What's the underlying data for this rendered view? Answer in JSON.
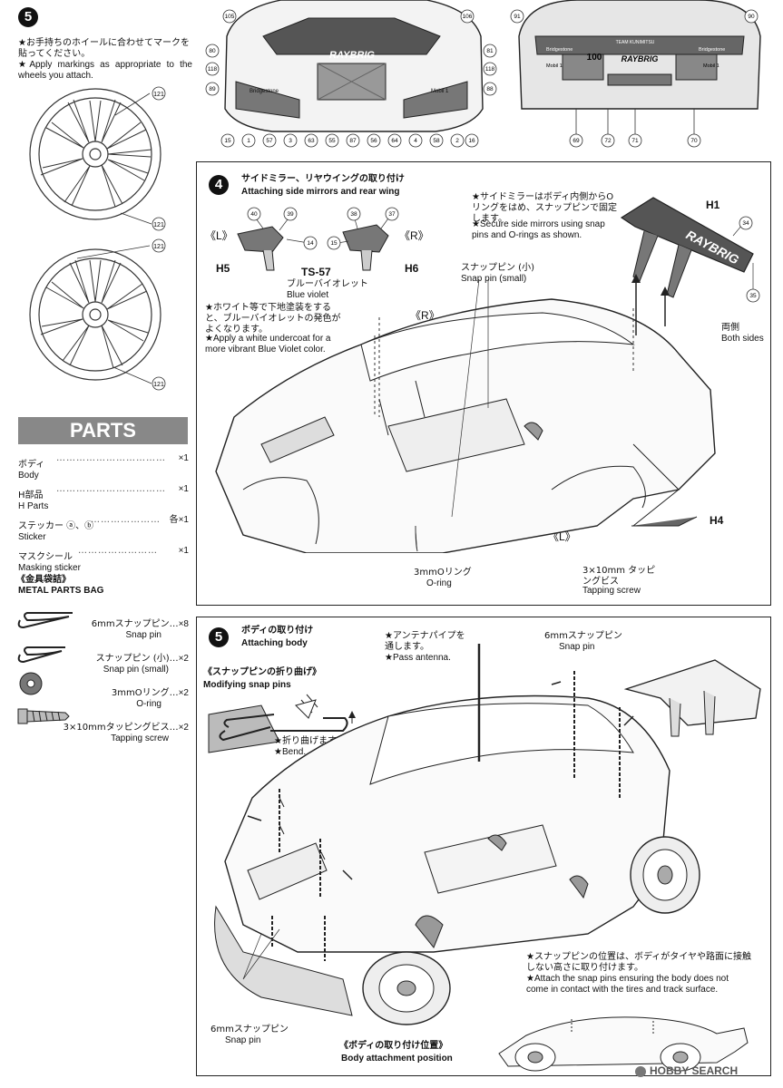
{
  "step5_top": {
    "number": "5",
    "jp": "★お手持ちのホイールに合わせてマークを貼ってください。",
    "en": "★Apply markings as appropriate to the wheels you attach.",
    "wheel_refs": [
      "121",
      "121",
      "121",
      "121"
    ]
  },
  "front_view_refs": [
    "105",
    "106",
    "80",
    "81",
    "118",
    "118",
    "89",
    "88",
    "15",
    "1",
    "57",
    "3",
    "63",
    "55",
    "87",
    "56",
    "64",
    "4",
    "58",
    "2",
    "16"
  ],
  "rear_view_refs": [
    "91",
    "90",
    "69",
    "72",
    "71",
    "70"
  ],
  "rear_view_text": [
    "100",
    "RAYBRIG",
    "Bridgestone",
    "Mobil 1",
    "TEAM KUNIMITSU",
    "Bridgestone",
    "Mobil 1"
  ],
  "front_view_text": [
    "RAYBRIG",
    "Bridgestone",
    "Mobil 1"
  ],
  "step4": {
    "number": "4",
    "title_jp": "サイドミラー、リヤウイングの取り付け",
    "title_en": "Attaching side mirrors and rear wing",
    "note_jp": "★サイドミラーはボディ内側からOリングをはめ、スナップピンで固定します。",
    "note_en": "★Secure side mirrors using snap pins and O-rings as shown.",
    "left_label": "《L》",
    "right_label": "《R》",
    "h5": "H5",
    "h6": "H6",
    "h1": "H1",
    "h4": "H4",
    "refs": [
      "40",
      "39",
      "14",
      "38",
      "37",
      "15",
      "34",
      "35"
    ],
    "paint_code": "TS-57",
    "paint_jp": "ブルーバイオレット",
    "paint_en": "Blue violet",
    "undercoat_jp": "★ホワイト等で下地塗装をすると、ブルーバイオレットの発色がよくなります。",
    "undercoat_en": "★Apply a white undercoat for a more vibrant Blue Violet color.",
    "snap_small_jp": "スナップピン (小)",
    "snap_small_en": "Snap pin (small)",
    "both_sides_jp": "両側",
    "both_sides_en": "Both sides",
    "r_label2": "《R》",
    "l_label2": "《L》",
    "oring_jp": "3mmOリング",
    "oring_en": "O-ring",
    "screw_jp": "3×10mm タッピングビス",
    "screw_en": "Tapping screw"
  },
  "parts": {
    "header": "PARTS",
    "items": [
      {
        "jp": "ボディ",
        "en": "Body",
        "qty": "×1"
      },
      {
        "jp": "H部品",
        "en": "H Parts",
        "qty": "×1"
      },
      {
        "jp": "ステッカー ⓐ、ⓑ",
        "en": "Sticker",
        "qty": "各×1"
      },
      {
        "jp": "マスクシール",
        "en": "Masking sticker",
        "qty": "×1"
      }
    ],
    "bag_jp": "《金具袋詰》",
    "bag_en": "METAL PARTS BAG",
    "bag_items": [
      {
        "jp": "6mmスナップピン",
        "en": "Snap pin",
        "qty": "×8"
      },
      {
        "jp": "スナップピン (小)",
        "en": "Snap pin (small)",
        "qty": "×2"
      },
      {
        "jp": "3mmOリング",
        "en": "O-ring",
        "qty": "×2"
      },
      {
        "jp": "3×10mmタッピングビス",
        "en": "Tapping screw",
        "qty": "×2"
      }
    ]
  },
  "step5": {
    "number": "5",
    "title_jp": "ボディの取り付け",
    "title_en": "Attaching body",
    "modify_jp": "《スナップピンの折り曲げ》",
    "modify_en": "Modifying snap pins",
    "bend_jp": "★折り曲げます。",
    "bend_en": "★Bend.",
    "antenna_jp": "★アンテナパイプを通します。",
    "antenna_en": "★Pass antenna.",
    "snap6_jp": "6mmスナップピン",
    "snap6_en": "Snap pin",
    "snap6b_jp": "6mmスナップピン",
    "snap6b_en": "Snap pin",
    "position_note_jp": "★スナップピンの位置は、ボディがタイヤや路面に接触しない高さに取り付けます。",
    "position_note_en": "★Attach the snap pins ensuring the body does not come in contact with the tires and track surface.",
    "position_jp": "《ボディの取り付け位置》",
    "position_en": "Body attachment position"
  },
  "watermark": "HOBBY SEARCH"
}
